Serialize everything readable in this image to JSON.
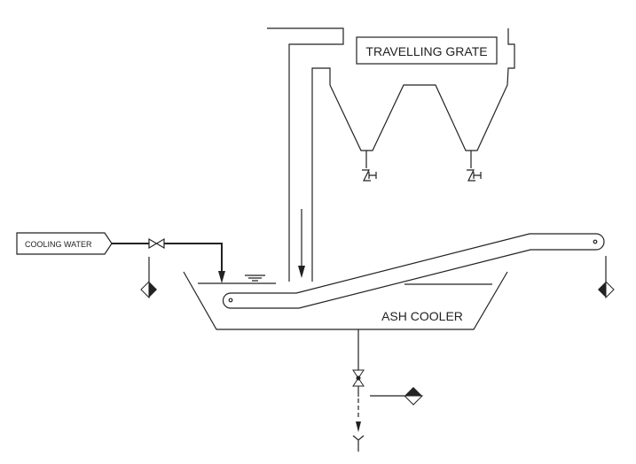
{
  "labels": {
    "travelling_grate": "TRAVELLING GRATE",
    "cooling_water": "COOLING WATER",
    "ash_cooler": "ASH COOLER"
  }
}
